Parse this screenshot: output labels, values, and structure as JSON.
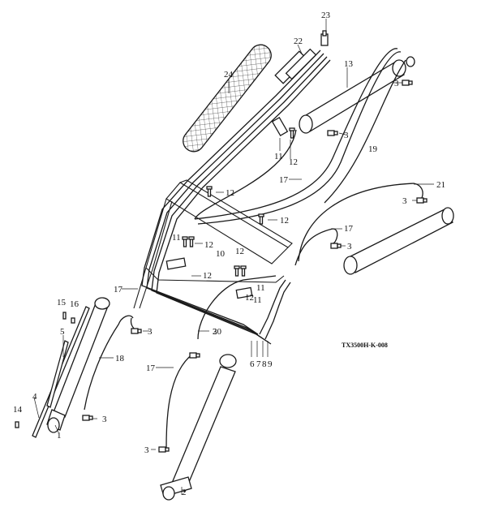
{
  "figure": {
    "code": "TX3500H-K-008",
    "callouts": [
      "1",
      "2",
      "3",
      "4",
      "5",
      "6",
      "7",
      "8",
      "9",
      "10",
      "11",
      "12",
      "13",
      "14",
      "15",
      "16",
      "17",
      "18",
      "19",
      "20",
      "21",
      "22",
      "23",
      "24"
    ]
  },
  "colors": {
    "line": "#1a1a1a",
    "background": "#ffffff"
  }
}
